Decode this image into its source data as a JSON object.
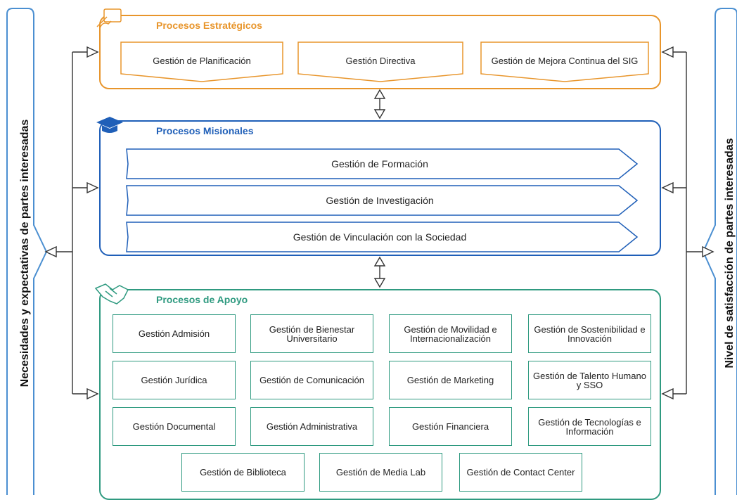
{
  "left_panel": {
    "label": "Necesidades y expectativas de partes interesadas"
  },
  "right_panel": {
    "label": "Nivel de satisfacción de partes interesadas"
  },
  "colors": {
    "strategic": "#e8952b",
    "missional": "#1f5fb8",
    "support": "#2f9a80",
    "sidebar": "#4b8fd1",
    "connector": "#333333"
  },
  "strategic": {
    "title": "Procesos Estratégicos",
    "icon": "hand-writing-icon",
    "items": [
      "Gestión de Planificación",
      "Gestión Directiva",
      "Gestión de Mejora Continua del SIG"
    ]
  },
  "missional": {
    "title": "Procesos Misionales",
    "icon": "graduation-cap-icon",
    "items": [
      "Gestión de Formación",
      "Gestión de Investigación",
      "Gestión de Vinculación con la Sociedad"
    ]
  },
  "support": {
    "title": "Procesos de Apoyo",
    "icon": "handshake-icon",
    "items": [
      "Gestión Admisión",
      "Gestión de Bienestar Universitario",
      "Gestión de Movilidad e Internacionalización",
      "Gestión de Sostenibilidad e Innovación",
      "Gestión Jurídica",
      "Gestión de Comunicación",
      "Gestión de Marketing",
      "Gestión de Talento Humano y SSO",
      "Gestión Documental",
      "Gestión Administrativa",
      "Gestión Financiera",
      "Gestión de Tecnologías e Información",
      "Gestión de Biblioteca",
      "Gestión de Media Lab",
      "Gestión de Contact Center"
    ]
  }
}
